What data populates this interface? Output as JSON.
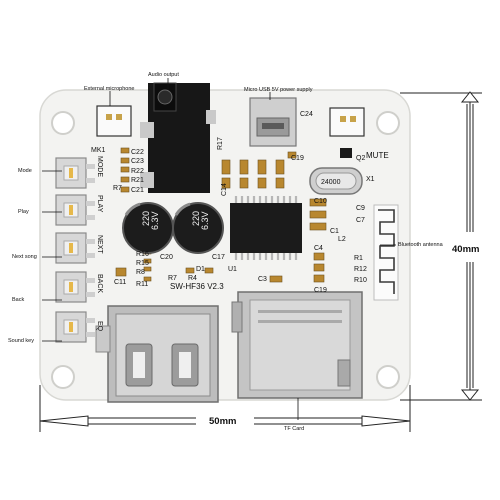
{
  "callouts": {
    "audio_output": "Audio output",
    "external_mic": "External microphone",
    "micro_usb": "Micro USB 5V power supply",
    "mode": "Mode",
    "play": "Play",
    "next_song": "Next song",
    "back": "Back",
    "sound_key": "Sound key",
    "bluetooth_antenna": "Bluetooth antenna",
    "tf_card": "TF Card",
    "mute": "MUTE"
  },
  "dimensions": {
    "height": "40mm",
    "width": "50mm"
  },
  "silkscreen": {
    "mk1": "MK1",
    "r17": "R17",
    "c24": "C24",
    "c22": "C22",
    "c23": "C23",
    "r22": "R22",
    "r21": "R21",
    "r7": "R7",
    "c21": "C21",
    "c14": "C14",
    "c19_top": "C19",
    "q2": "Q2",
    "x1": "X1",
    "crystal": "24000",
    "c10": "C10",
    "c9": "C9",
    "c7": "C7",
    "c1": "C1",
    "l2": "L2",
    "c4": "C4",
    "r1": "R1",
    "r12": "R12",
    "r10": "R10",
    "c3": "C3",
    "c19": "C19",
    "u1": "U1",
    "r16": "R16",
    "r15": "R15",
    "r8": "R8",
    "r11": "R11",
    "c11": "C11",
    "c20": "C20",
    "c17": "C17",
    "r4": "R4",
    "r7b": "R7",
    "d1": "D1",
    "model": "SW-HF36 V2.3",
    "btn_mode": "MODE",
    "btn_play": "PLAY",
    "btn_next": "NEXT",
    "btn_back": "BACK",
    "btn_eq": "EQ",
    "cap_left_1": "220",
    "cap_left_2": "6.3V",
    "cap_right_1": "220",
    "cap_right_2": "6.3V"
  }
}
